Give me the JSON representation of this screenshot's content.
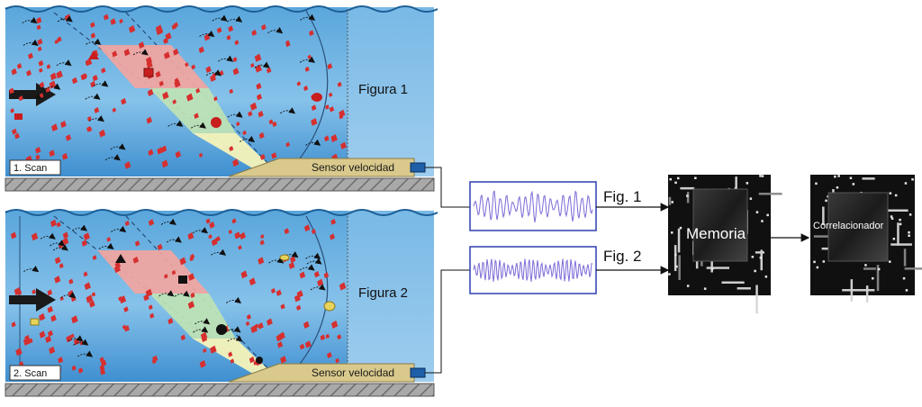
{
  "panels": [
    {
      "scan_label": "1. Scan",
      "figure_label": "Figura 1",
      "sensor_label": "Sensor velocidad"
    },
    {
      "scan_label": "2. Scan",
      "figure_label": "Figura 2",
      "sensor_label": "Sensor velocidad"
    }
  ],
  "signals": [
    {
      "label": "Fig. 1"
    },
    {
      "label": "Fig. 2"
    }
  ],
  "memory": {
    "label": "Memoria"
  },
  "correlator": {
    "label": "Correlacionador"
  },
  "colors": {
    "water_top": "#1f7fc4",
    "water_mid": "#6fb4e2",
    "water_light": "#bfe0f3",
    "particle": "#d62f2f",
    "beam_red": "#f2a5a0",
    "beam_green": "#bfe3b4",
    "beam_yellow": "#f6f3b9",
    "sensor": "#d9c98c",
    "signal_wave": "#7c6ad6",
    "signal_box": "#2f3fb0"
  }
}
